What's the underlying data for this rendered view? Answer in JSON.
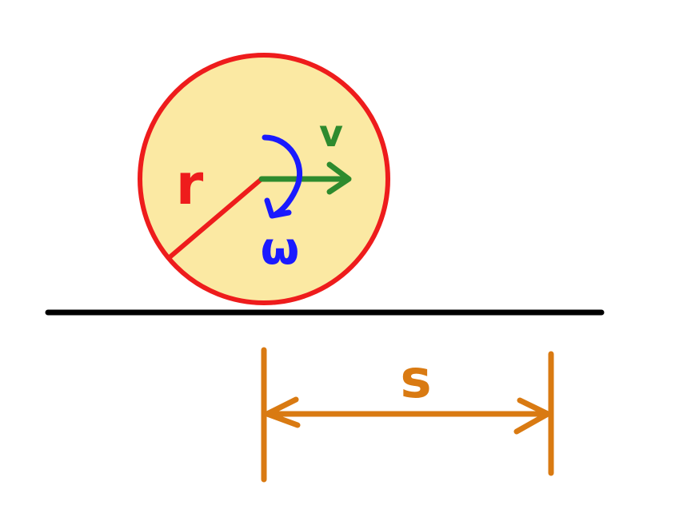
{
  "labels": {
    "radius": "r",
    "velocity": "v",
    "angular_velocity": "ω",
    "displacement": "s"
  },
  "colors": {
    "background": "#ffffff",
    "wheel_fill": "#fbe9a3",
    "wheel_outline": "#ee1c1c",
    "radius": "#ee1c1c",
    "velocity": "#2e8b2e",
    "angular_velocity": "#1a1aff",
    "ground": "#000000",
    "displacement": "#d97a12"
  }
}
